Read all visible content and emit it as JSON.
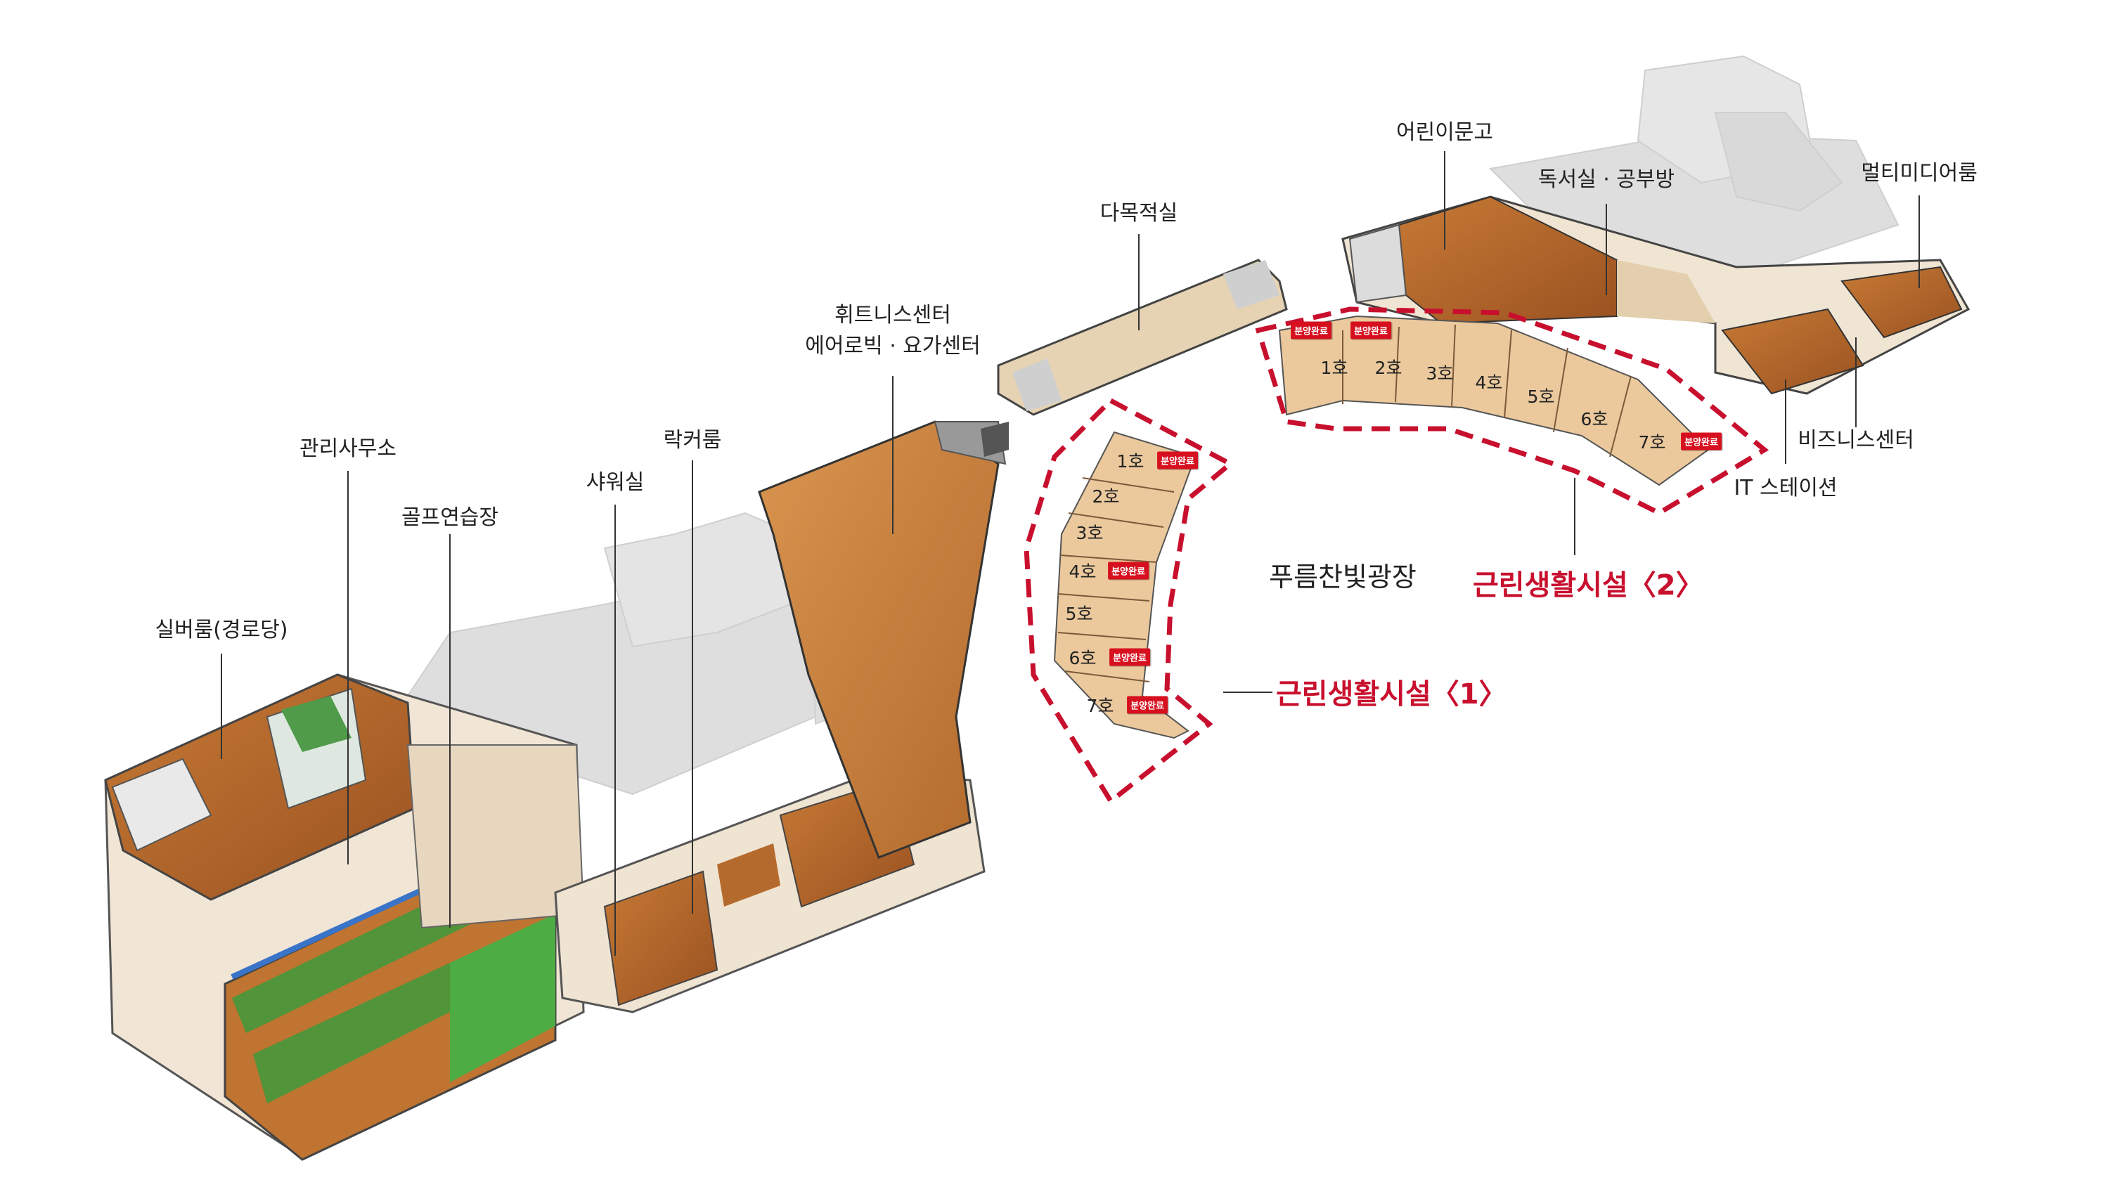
{
  "labels": {
    "senior_room": "실버룸(경로당)",
    "management_office": "관리사무소",
    "golf_range": "골프연습장",
    "shower_room": "샤워실",
    "locker_room": "락커룸",
    "fitness_center": "휘트니스센터",
    "aerobics_yoga": "에어로빅 · 요가센터",
    "multipurpose_room": "다목적실",
    "children_library": "어린이문고",
    "reading_study_room": "독서실 · 공부방",
    "multimedia_room": "멀티미디어룸",
    "business_center": "비즈니스센터",
    "it_station": "IT 스테이션",
    "central_plaza": "푸름찬빛광장"
  },
  "facility_1": {
    "title": "근린생활시설〈1〉",
    "units": [
      {
        "label": "1호",
        "sold": true
      },
      {
        "label": "2호",
        "sold": false
      },
      {
        "label": "3호",
        "sold": false
      },
      {
        "label": "4호",
        "sold": true
      },
      {
        "label": "5호",
        "sold": false
      },
      {
        "label": "6호",
        "sold": true
      },
      {
        "label": "7호",
        "sold": true
      }
    ]
  },
  "facility_2": {
    "title": "근린생활시설〈2〉",
    "units": [
      {
        "label": "1호",
        "sold": true
      },
      {
        "label": "2호",
        "sold": true
      },
      {
        "label": "3호",
        "sold": false
      },
      {
        "label": "4호",
        "sold": false
      },
      {
        "label": "5호",
        "sold": false
      },
      {
        "label": "6호",
        "sold": false
      },
      {
        "label": "7호",
        "sold": true
      }
    ]
  },
  "sold_badge": "분양완료",
  "colors": {
    "highlight_red": "#c8102e",
    "floor_wood": "#b86a2c",
    "golf_green": "#3a8a2a",
    "shop_floor": "#e9caa0",
    "ghost_building": "#d8d8d8"
  }
}
